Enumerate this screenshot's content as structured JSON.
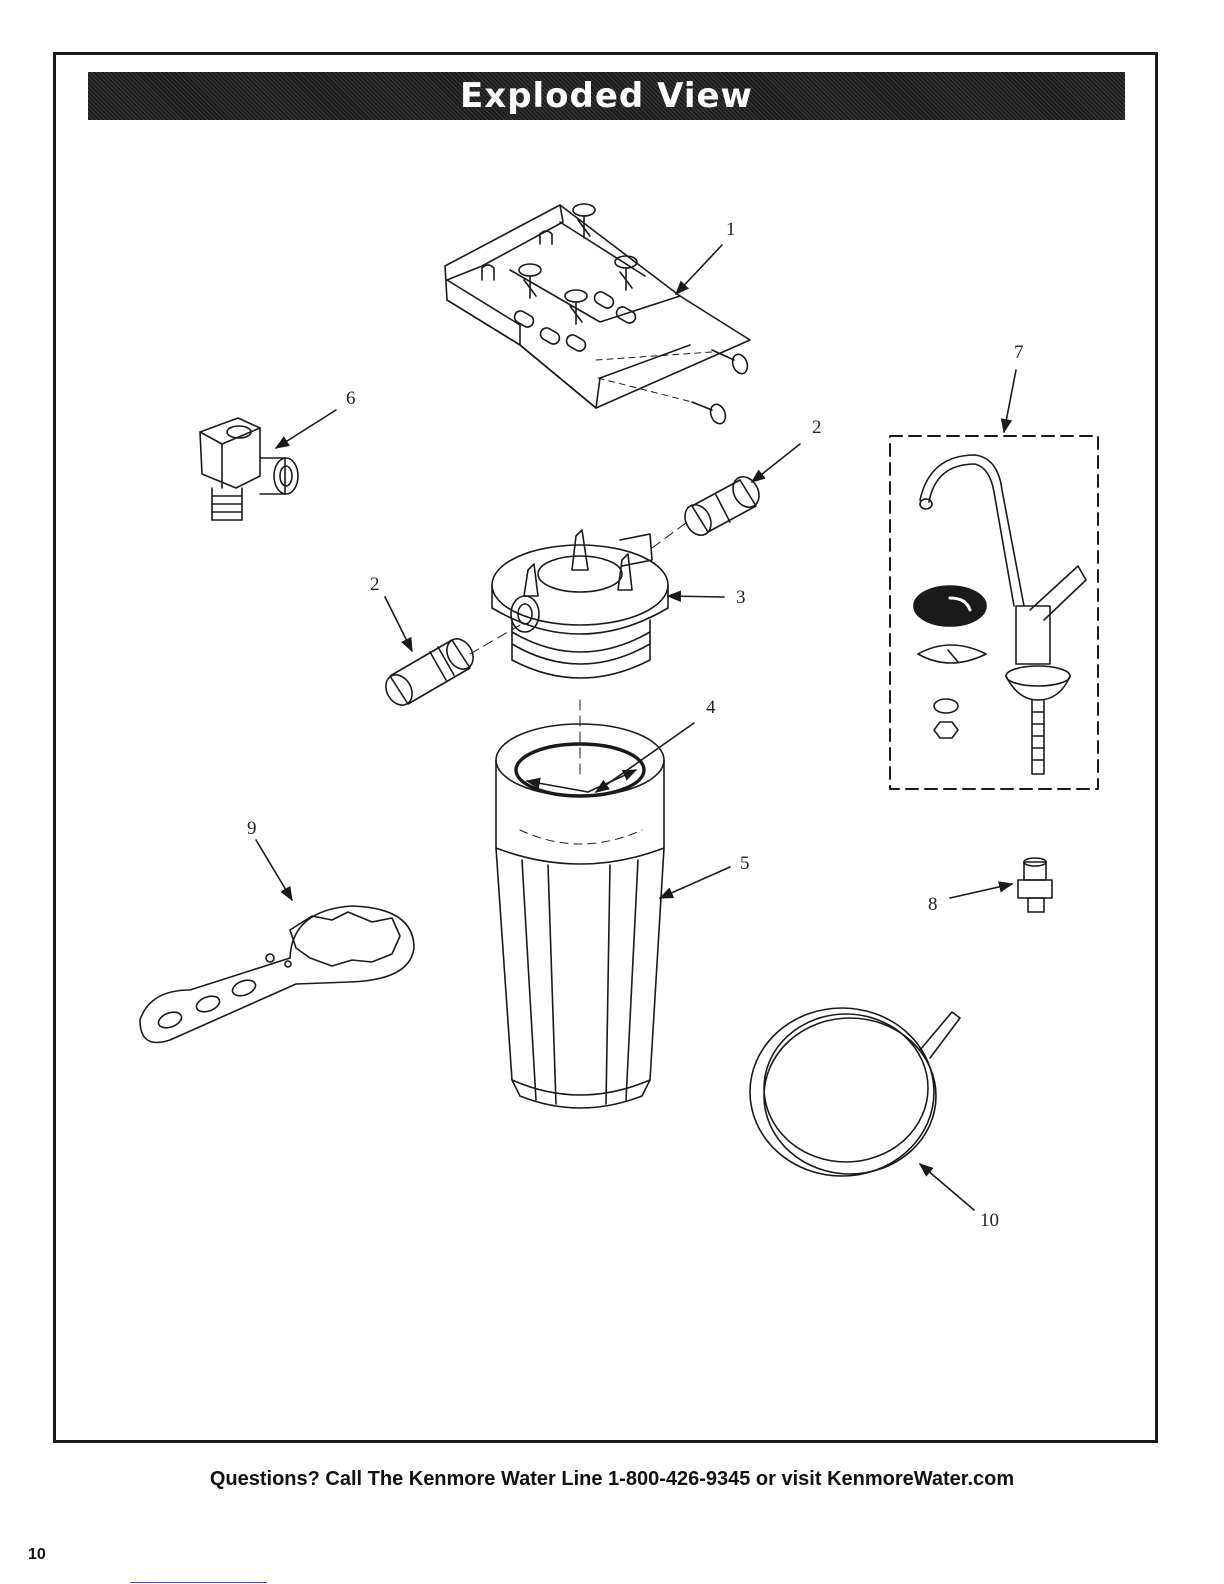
{
  "banner": {
    "title": "Exploded View"
  },
  "callouts": [
    "1",
    "2",
    "2",
    "3",
    "4",
    "5",
    "6",
    "7",
    "8",
    "9",
    "10"
  ],
  "footer": {
    "text": "Questions? Call The Kenmore Water Line 1-800-426-9345 or visit KenmoreWater.com"
  },
  "page": {
    "number": "10"
  },
  "colors": {
    "banner": "#2b2b2b",
    "line": "#1a1a1a",
    "link_underline": "#3a53c8"
  }
}
